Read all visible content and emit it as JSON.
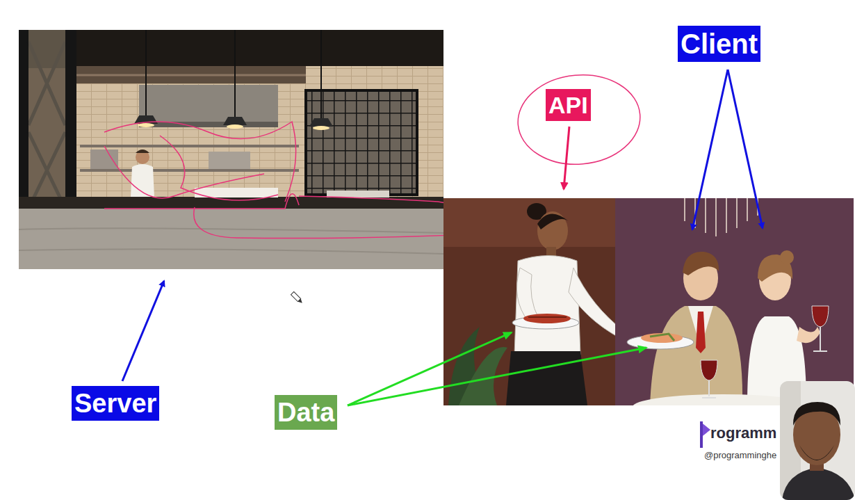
{
  "diagram": {
    "nodes": [
      {
        "text": [
          "Client"
        ]
      },
      {
        "text": [
          "API"
        ]
      },
      {
        "text": [
          "Server"
        ]
      },
      {
        "text": [
          "Data"
        ]
      }
    ],
    "labels": [
      "rogramm",
      "@programminghe"
    ]
  }
}
